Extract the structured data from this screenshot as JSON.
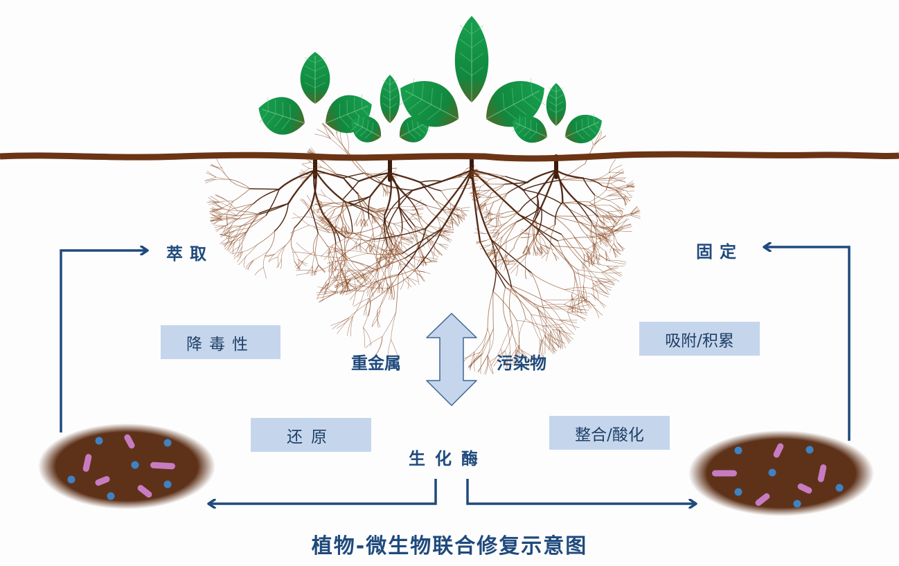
{
  "labels": {
    "extract": "萃取",
    "fix": "固定",
    "heavy_metal": "重金属",
    "pollutant": "污染物",
    "biochem_enzyme": "生化酶"
  },
  "process_boxes": {
    "detox": "降毒性",
    "reduction": "还原",
    "adsorb_accumulate": "吸附/积累",
    "chelate_acidify": "整合/酸化"
  },
  "title": "植物-微生物联合修复示意图",
  "colors": {
    "arrow": "#1f4a7c",
    "box_fill": "#c5d6ec",
    "soil_line": "#6b3414",
    "leaf": "#14934a",
    "stem": "#d8281c",
    "soil_blob": "#5e3219",
    "microbe_dot": "#3f82c4",
    "microbe_rod": "#c77cc2"
  },
  "plants": [
    {
      "name": "plant-1",
      "size": "medium"
    },
    {
      "name": "plant-2",
      "size": "small"
    },
    {
      "name": "plant-3",
      "size": "large"
    },
    {
      "name": "plant-4",
      "size": "small"
    }
  ]
}
